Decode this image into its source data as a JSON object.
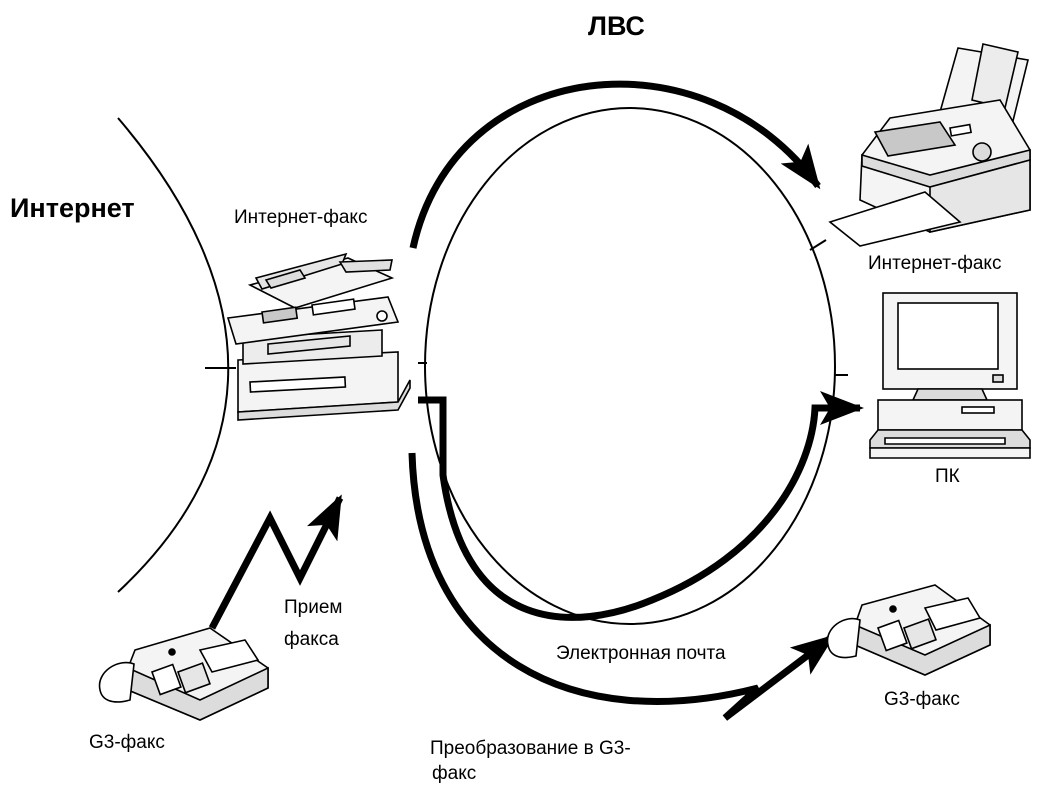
{
  "labels": {
    "lan": "ЛВС",
    "internet": "Интернет",
    "internet_fax_main": "Интернет-факс",
    "internet_fax_remote": "Интернет-факс",
    "pc": "ПК",
    "fax_receive_line1": "Прием",
    "fax_receive_line2": "факса",
    "email": "Электронная почта",
    "g3_fax_left": "G3-факс",
    "g3_fax_right": "G3-факс",
    "g3_conversion_line1": "Преобразование в G3-",
    "g3_conversion_line2": "факс"
  },
  "colors": {
    "ink": "#000000",
    "background": "#ffffff",
    "device_fill": "#f4f4f4",
    "device_shade": "#dcdcdc",
    "screen_fill": "#c8c8c8"
  }
}
